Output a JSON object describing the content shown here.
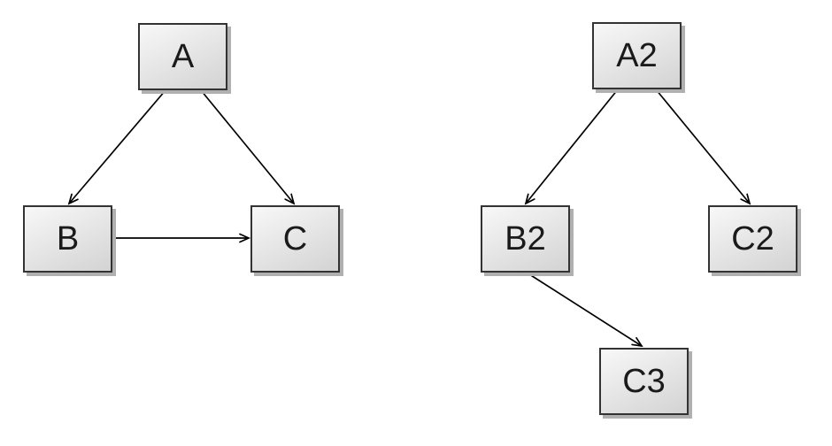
{
  "colors": {
    "canvas-bg": "#ffffff",
    "node-fill-light": "#f8f8f8",
    "node-fill-dark": "#d3d3d3",
    "node-border": "#333333",
    "node-shadow": "#b0b0b0",
    "edge-color": "#000000",
    "label-color": "#1a1a1a"
  },
  "diagram_type": "directed-graph",
  "edge_style": {
    "arrowhead": "open-v",
    "line": "straight"
  },
  "graphs": [
    {
      "name": "left",
      "nodes": [
        {
          "id": "A",
          "label": "A"
        },
        {
          "id": "B",
          "label": "B"
        },
        {
          "id": "C",
          "label": "C"
        }
      ],
      "edges": [
        {
          "from": "A",
          "to": "B"
        },
        {
          "from": "A",
          "to": "C"
        },
        {
          "from": "B",
          "to": "C"
        }
      ]
    },
    {
      "name": "right",
      "nodes": [
        {
          "id": "A2",
          "label": "A2"
        },
        {
          "id": "B2",
          "label": "B2"
        },
        {
          "id": "C2",
          "label": "C2"
        },
        {
          "id": "C3",
          "label": "C3"
        }
      ],
      "edges": [
        {
          "from": "A2",
          "to": "B2"
        },
        {
          "from": "A2",
          "to": "C2"
        },
        {
          "from": "B2",
          "to": "C3"
        }
      ]
    }
  ]
}
